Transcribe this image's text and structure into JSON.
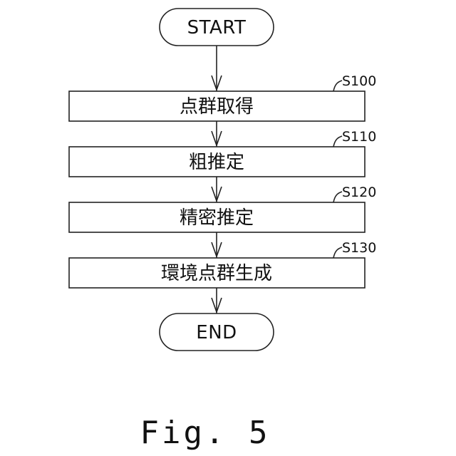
{
  "flowchart": {
    "start_label": "START",
    "end_label": "END",
    "steps": [
      {
        "id": "S100",
        "label": "点群取得"
      },
      {
        "id": "S110",
        "label": "粗推定"
      },
      {
        "id": "S120",
        "label": "精密推定"
      },
      {
        "id": "S130",
        "label": "環境点群生成"
      }
    ]
  },
  "caption": "Fig. 5"
}
